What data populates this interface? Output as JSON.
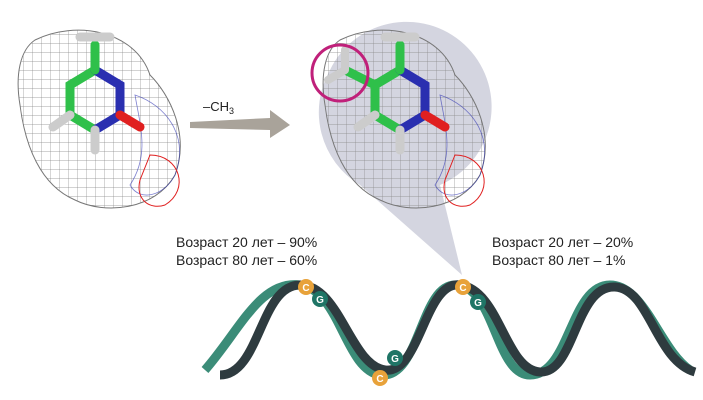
{
  "reaction": {
    "label": "–CH",
    "subscript": "3"
  },
  "left_stats": [
    "Возраст 20 лет – 90%",
    "Возраст 80 лет – 60%"
  ],
  "right_stats": [
    "Возраст 20 лет – 20%",
    "Возраст 80 лет – 1%"
  ],
  "bases": {
    "c": "C",
    "g": "G"
  },
  "colors": {
    "carbon": "#2fc04a",
    "nitrogen": "#2a2fb0",
    "oxygen": "#e02020",
    "highlight": "#c0207a",
    "callout": "#d4d5e0",
    "strand_a": "#3b8c78",
    "strand_b": "#2e3b3f",
    "base_c": "#e8a23a",
    "base_g": "#1f7566"
  }
}
